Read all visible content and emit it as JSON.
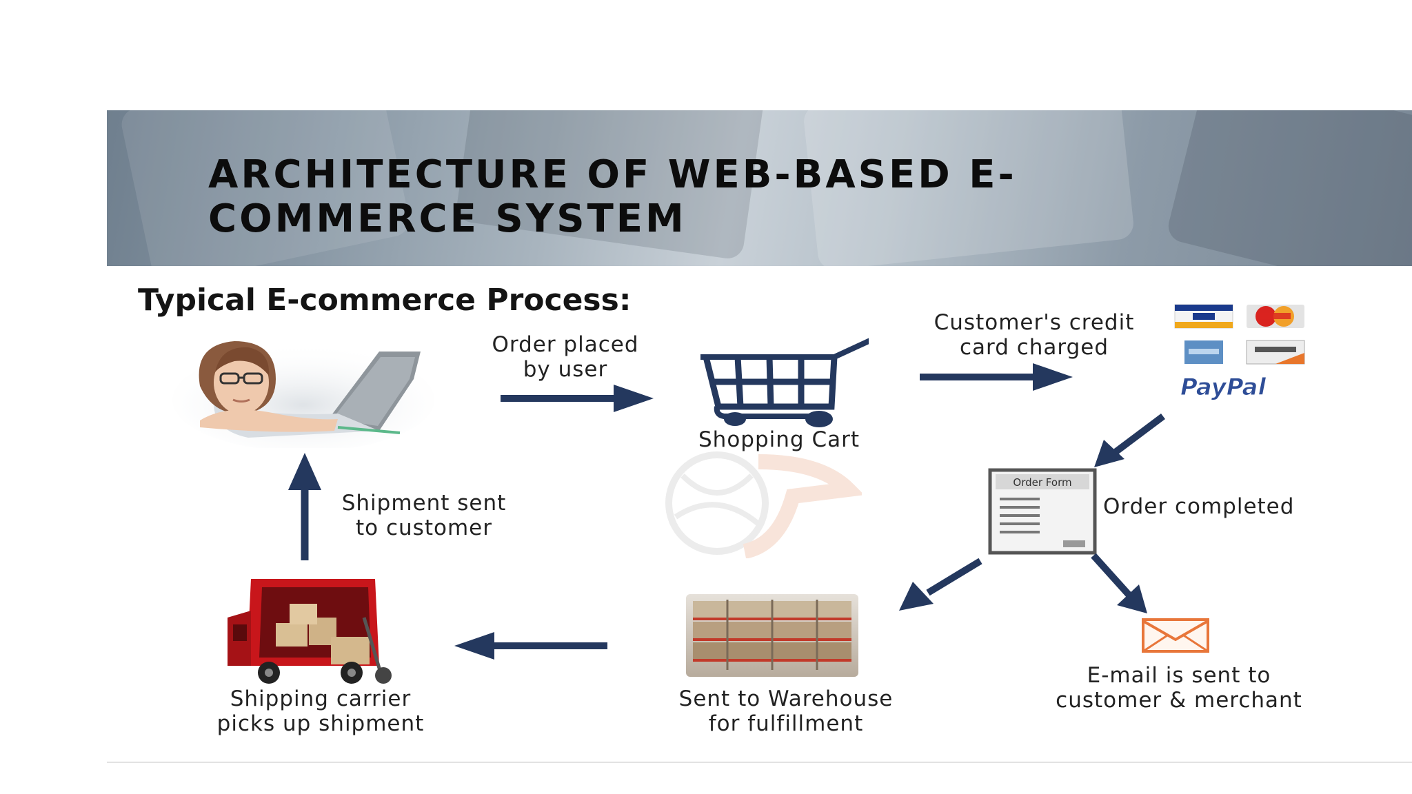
{
  "slide": {
    "title_line1": "ARCHITECTURE OF WEB-BASED E-",
    "title_line2": "COMMERCE SYSTEM",
    "section_heading": "Typical E-commerce Process:"
  },
  "process": {
    "order_placed": [
      "Order placed",
      "by user"
    ],
    "shopping_cart": "Shopping Cart",
    "card_charged": [
      "Customer's credit",
      "card charged"
    ],
    "payment_brand": "PayPal",
    "order_form_title": "Order Form",
    "order_completed": "Order completed",
    "email_sent": [
      "E-mail is sent to",
      "customer & merchant"
    ],
    "warehouse": [
      "Sent to Warehouse",
      "for fulfillment"
    ],
    "carrier_pickup": [
      "Shipping carrier",
      "picks up shipment"
    ],
    "shipment_sent": [
      "Shipment sent",
      "to customer"
    ]
  },
  "colors": {
    "arrow": "#24385e",
    "truck": "#c8161b",
    "envelope": "#e8763a",
    "banner": "#9aa7b3"
  },
  "icons": [
    "user-at-laptop-icon",
    "shopping-cart-icon",
    "credit-card-logos-icon",
    "order-form-icon",
    "envelope-icon",
    "warehouse-icon",
    "delivery-truck-icon",
    "watermark-logo-icon"
  ]
}
